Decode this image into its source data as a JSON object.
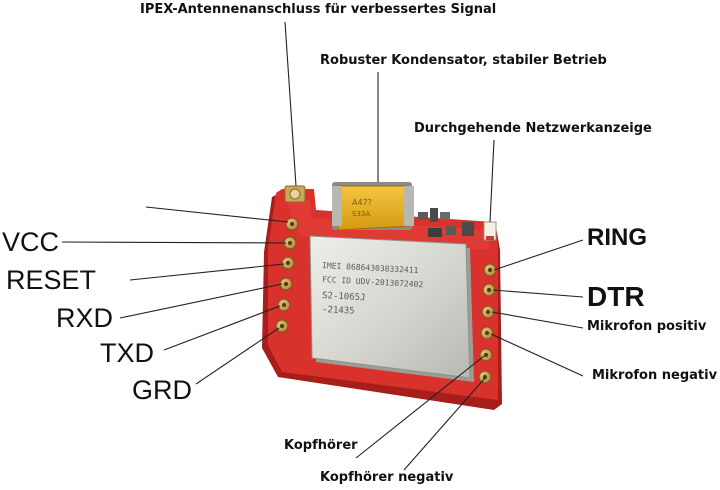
{
  "top_labels": {
    "ipex": "IPEX-Antennenanschluss für verbessertes Signal",
    "capacitor": "Robuster Kondensator, stabiler Betrieb",
    "network_led": "Durchgehende Netzwerkanzeige"
  },
  "left_pins": {
    "vcc": "VCC",
    "reset": "RESET",
    "rxd": "RXD",
    "txd": "TXD",
    "grd": "GRD"
  },
  "right_pins": {
    "ring": "RING",
    "dtr": "DTR",
    "mic_pos": "Mikrofon positiv",
    "mic_neg": "Mikrofon negativ"
  },
  "bottom_labels": {
    "speaker": "Kopfhörer",
    "speaker_neg": "Kopfhörer negativ"
  },
  "board": {
    "shield_lines": [
      "IMEI 868643038332411",
      "FCC ID UDV-2013072402",
      "S2-1065J",
      "-21435"
    ],
    "capacitor_lines": [
      "A47?",
      "S33A"
    ]
  },
  "colors": {
    "pcb_red": "#d9312b",
    "shield_silver": "#dcdcd6",
    "capacitor_yellow": "#e8b21f",
    "pad_gold": "#c99a44"
  }
}
